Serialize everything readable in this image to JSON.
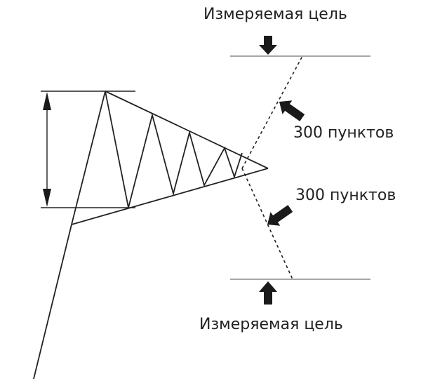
{
  "labels": {
    "target_top": "Измеряемая цель",
    "target_bottom": "Измеряемая цель",
    "points_upper": "300 пунктов",
    "points_lower": "300 пунктов"
  },
  "colors": {
    "line": "#222222",
    "guide": "#888888",
    "arrow": "#1a1a1a"
  },
  "icons": [
    "arrow-down-icon",
    "arrow-up-icon",
    "double-arrow-icon",
    "diagonal-arrow-icon"
  ]
}
